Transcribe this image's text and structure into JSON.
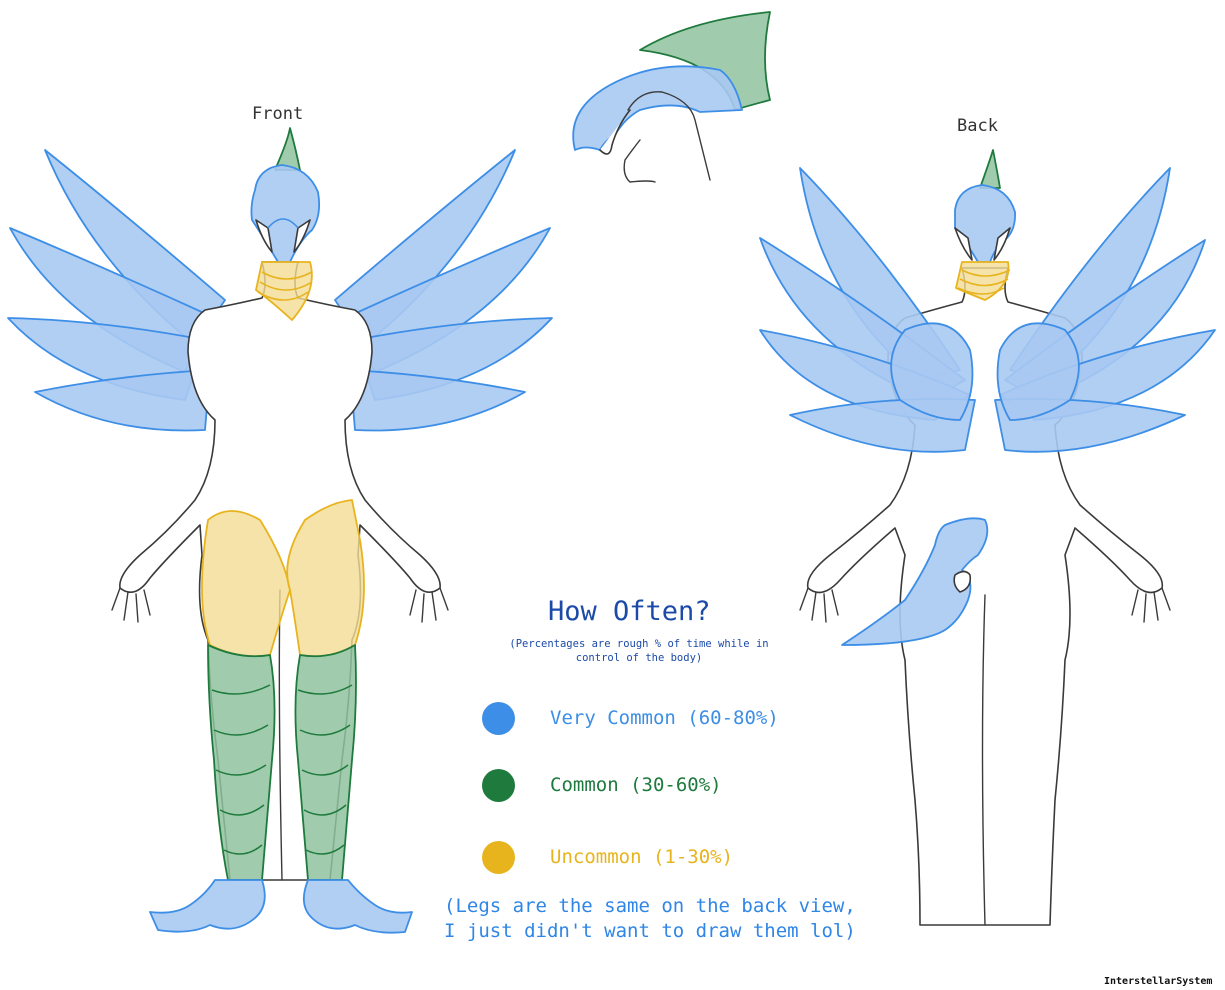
{
  "labels": {
    "front": "Front",
    "back": "Back"
  },
  "legend": {
    "title": "How Often?",
    "subtitle": "(Percentages are rough % of time while in control of the body)",
    "items": [
      {
        "label": "Very Common (60-80%)",
        "color": "#3d8ee6",
        "icon": "blue-dot-icon"
      },
      {
        "label": "Common (30-60%)",
        "color": "#1e7a3d",
        "icon": "green-dot-icon"
      },
      {
        "label": "Uncommon (1-30%)",
        "color": "#e8b41e",
        "icon": "yellow-dot-icon"
      }
    ]
  },
  "note": "(Legs are the same on the back view,\nI just didn't want to draw them lol)",
  "credit": "InterstellarSystem"
}
